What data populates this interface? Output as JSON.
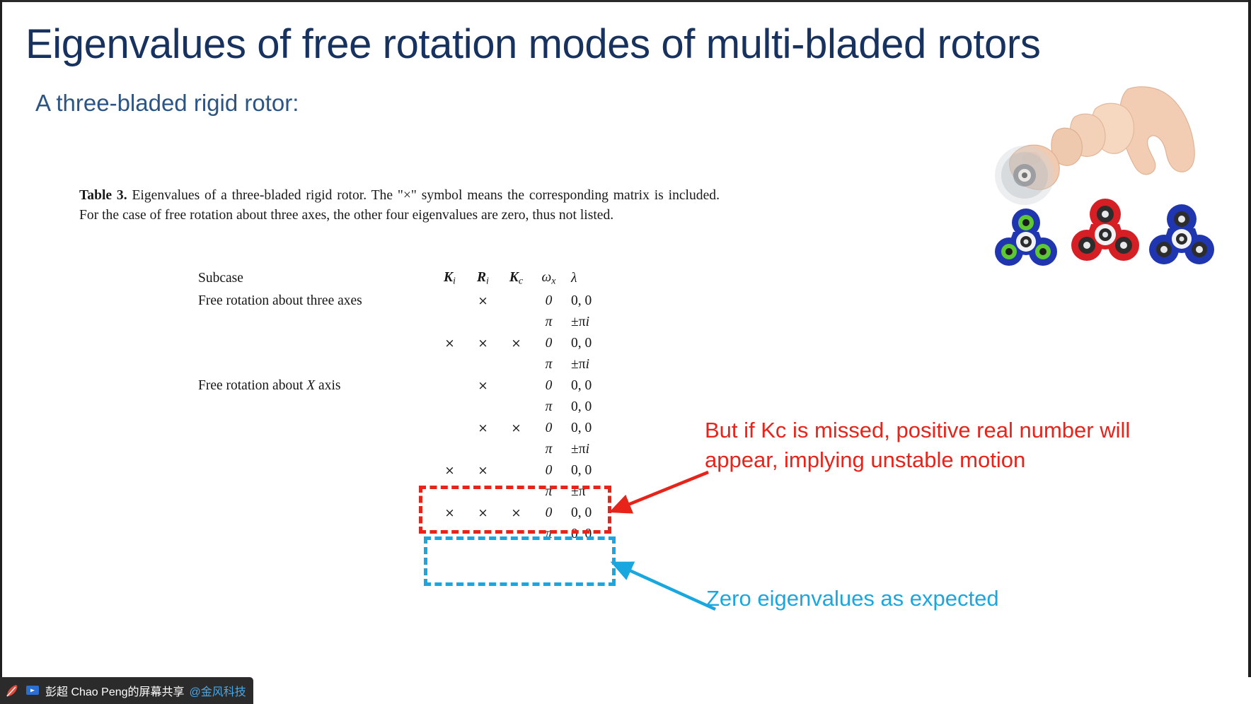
{
  "slide": {
    "title": "Eigenvalues of free rotation modes of multi-bladed rotors",
    "subtitle": "A three-bladed rigid rotor:",
    "title_color": "#17325e",
    "subtitle_color": "#2d5584"
  },
  "caption": {
    "label": "Table 3.",
    "text": " Eigenvalues of a three-bladed rigid rotor. The \"×\" symbol means the corresponding matrix is included. For the case of free rotation about three axes, the other four eigenvalues are zero, thus not listed."
  },
  "table": {
    "headers": [
      "Subcase",
      "K",
      "R",
      "K",
      "ω",
      "λ"
    ],
    "header_display": {
      "subcase": "Subcase",
      "ki": "K",
      "ki_sub": "i",
      "ri": "R",
      "ri_sub": "i",
      "kc": "K",
      "kc_sub": "c",
      "wx": "ω",
      "wx_sub": "x",
      "lambda": "λ"
    },
    "rows": [
      {
        "subcase": "Free rotation about three axes",
        "ki": "",
        "ri": "×",
        "kc": "",
        "wx": "0",
        "lambda": "0, 0",
        "group_start": true
      },
      {
        "subcase": "",
        "ki": "",
        "ri": "",
        "kc": "",
        "wx": "π",
        "lambda": "±πi",
        "group_start": false
      },
      {
        "subcase": "",
        "ki": "×",
        "ri": "×",
        "kc": "×",
        "wx": "0",
        "lambda": "0, 0",
        "group_start": true
      },
      {
        "subcase": "",
        "ki": "",
        "ri": "",
        "kc": "",
        "wx": "π",
        "lambda": "±πi",
        "group_start": false
      },
      {
        "subcase": "Free rotation about X axis",
        "ki": "",
        "ri": "×",
        "kc": "",
        "wx": "0",
        "lambda": "0, 0",
        "group_start": true
      },
      {
        "subcase": "",
        "ki": "",
        "ri": "",
        "kc": "",
        "wx": "π",
        "lambda": "0, 0",
        "group_start": false
      },
      {
        "subcase": "",
        "ki": "",
        "ri": "×",
        "kc": "×",
        "wx": "0",
        "lambda": "0, 0",
        "group_start": true
      },
      {
        "subcase": "",
        "ki": "",
        "ri": "",
        "kc": "",
        "wx": "π",
        "lambda": "±πi",
        "group_start": false
      },
      {
        "subcase": "",
        "ki": "×",
        "ri": "×",
        "kc": "",
        "wx": "0",
        "lambda": "0, 0",
        "group_start": true
      },
      {
        "subcase": "",
        "ki": "",
        "ri": "",
        "kc": "",
        "wx": "π",
        "lambda": "±π",
        "group_start": false
      },
      {
        "subcase": "",
        "ki": "×",
        "ri": "×",
        "kc": "×",
        "wx": "0",
        "lambda": "0, 0",
        "group_start": true
      },
      {
        "subcase": "",
        "ki": "",
        "ri": "",
        "kc": "",
        "wx": "π",
        "lambda": "0, 0",
        "group_start": false
      }
    ],
    "subcase_row2_label": "Free rotation about X axis"
  },
  "annotations": {
    "red": {
      "text": "But if Kc is missed, positive real number will appear, implying unstable motion",
      "color": "#e8231a"
    },
    "blue": {
      "text": "Zero eigenvalues as expected",
      "color": "#1aa7e0"
    }
  },
  "taskbar": {
    "share_label": "彭超 Chao Peng的屏幕共享",
    "handle": "@金风科技",
    "bg": "#2b2b2b",
    "handle_color": "#4aa8e8"
  }
}
